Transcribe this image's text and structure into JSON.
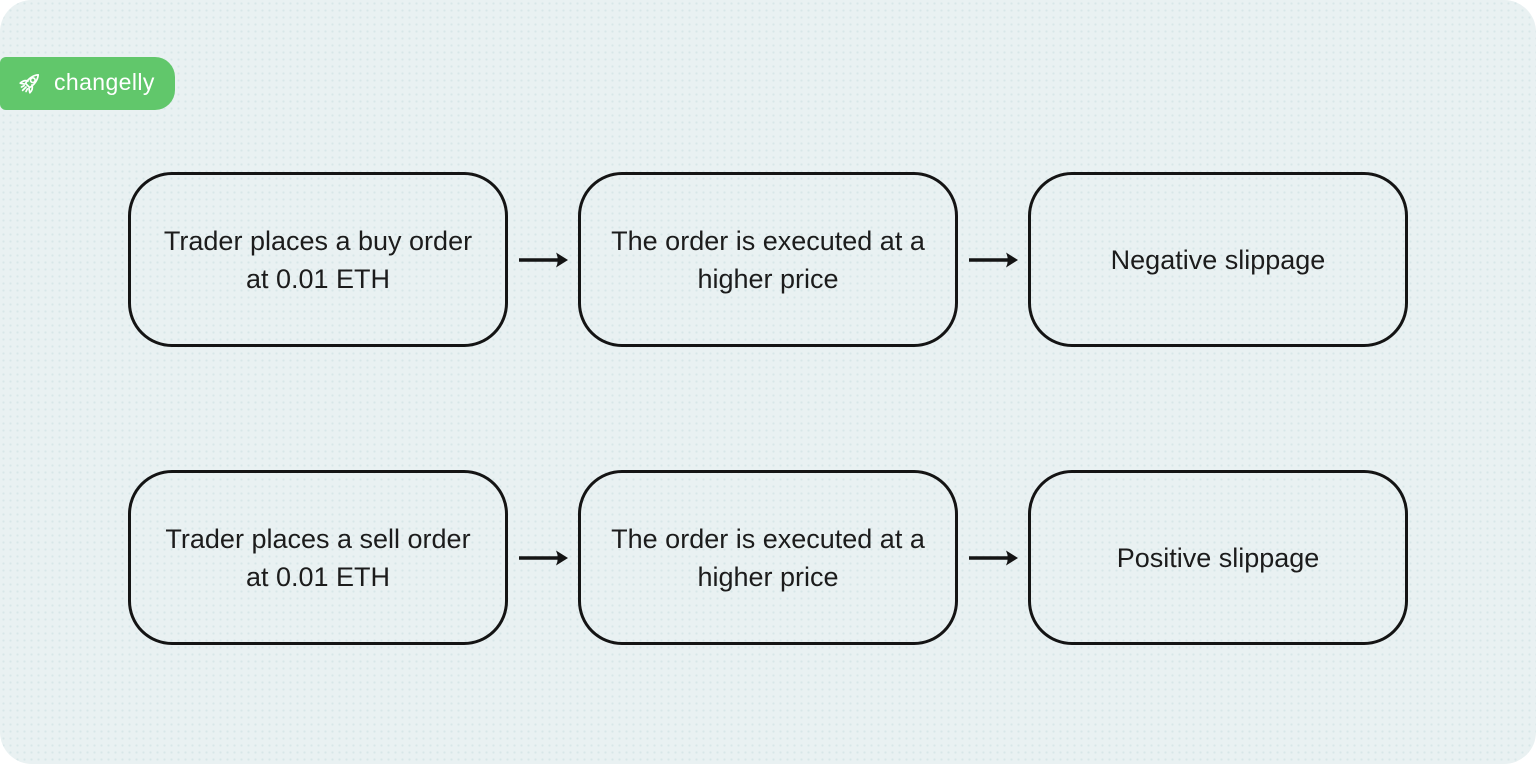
{
  "brand": {
    "name": "changelly",
    "icon": "rocket-icon",
    "badge_color": "#61c76b",
    "text_color": "#ffffff"
  },
  "colors": {
    "page_background": "#ffffff",
    "panel_background": "#e9f1f2",
    "box_border": "#141414",
    "box_text": "#1c1c1c",
    "arrow": "#141414"
  },
  "flow": {
    "rows": [
      {
        "boxes": [
          {
            "lines": [
              "Trader places a buy order",
              "at 0.01 ETH"
            ],
            "text": "Trader places a buy order at 0.01 ETH"
          },
          {
            "lines": [
              "The order is executed at a",
              "higher price"
            ],
            "text": "The order is executed at a higher price"
          },
          {
            "lines": [
              "Negative slippage",
              ""
            ],
            "text": "Negative slippage"
          }
        ]
      },
      {
        "boxes": [
          {
            "lines": [
              "Trader places a sell order",
              "at 0.01 ETH"
            ],
            "text": "Trader places a sell order at 0.01 ETH"
          },
          {
            "lines": [
              "The order is executed at a",
              "higher price"
            ],
            "text": "The order is executed at a higher price"
          },
          {
            "lines": [
              "Positive slippage",
              ""
            ],
            "text": "Positive slippage"
          }
        ]
      }
    ]
  }
}
